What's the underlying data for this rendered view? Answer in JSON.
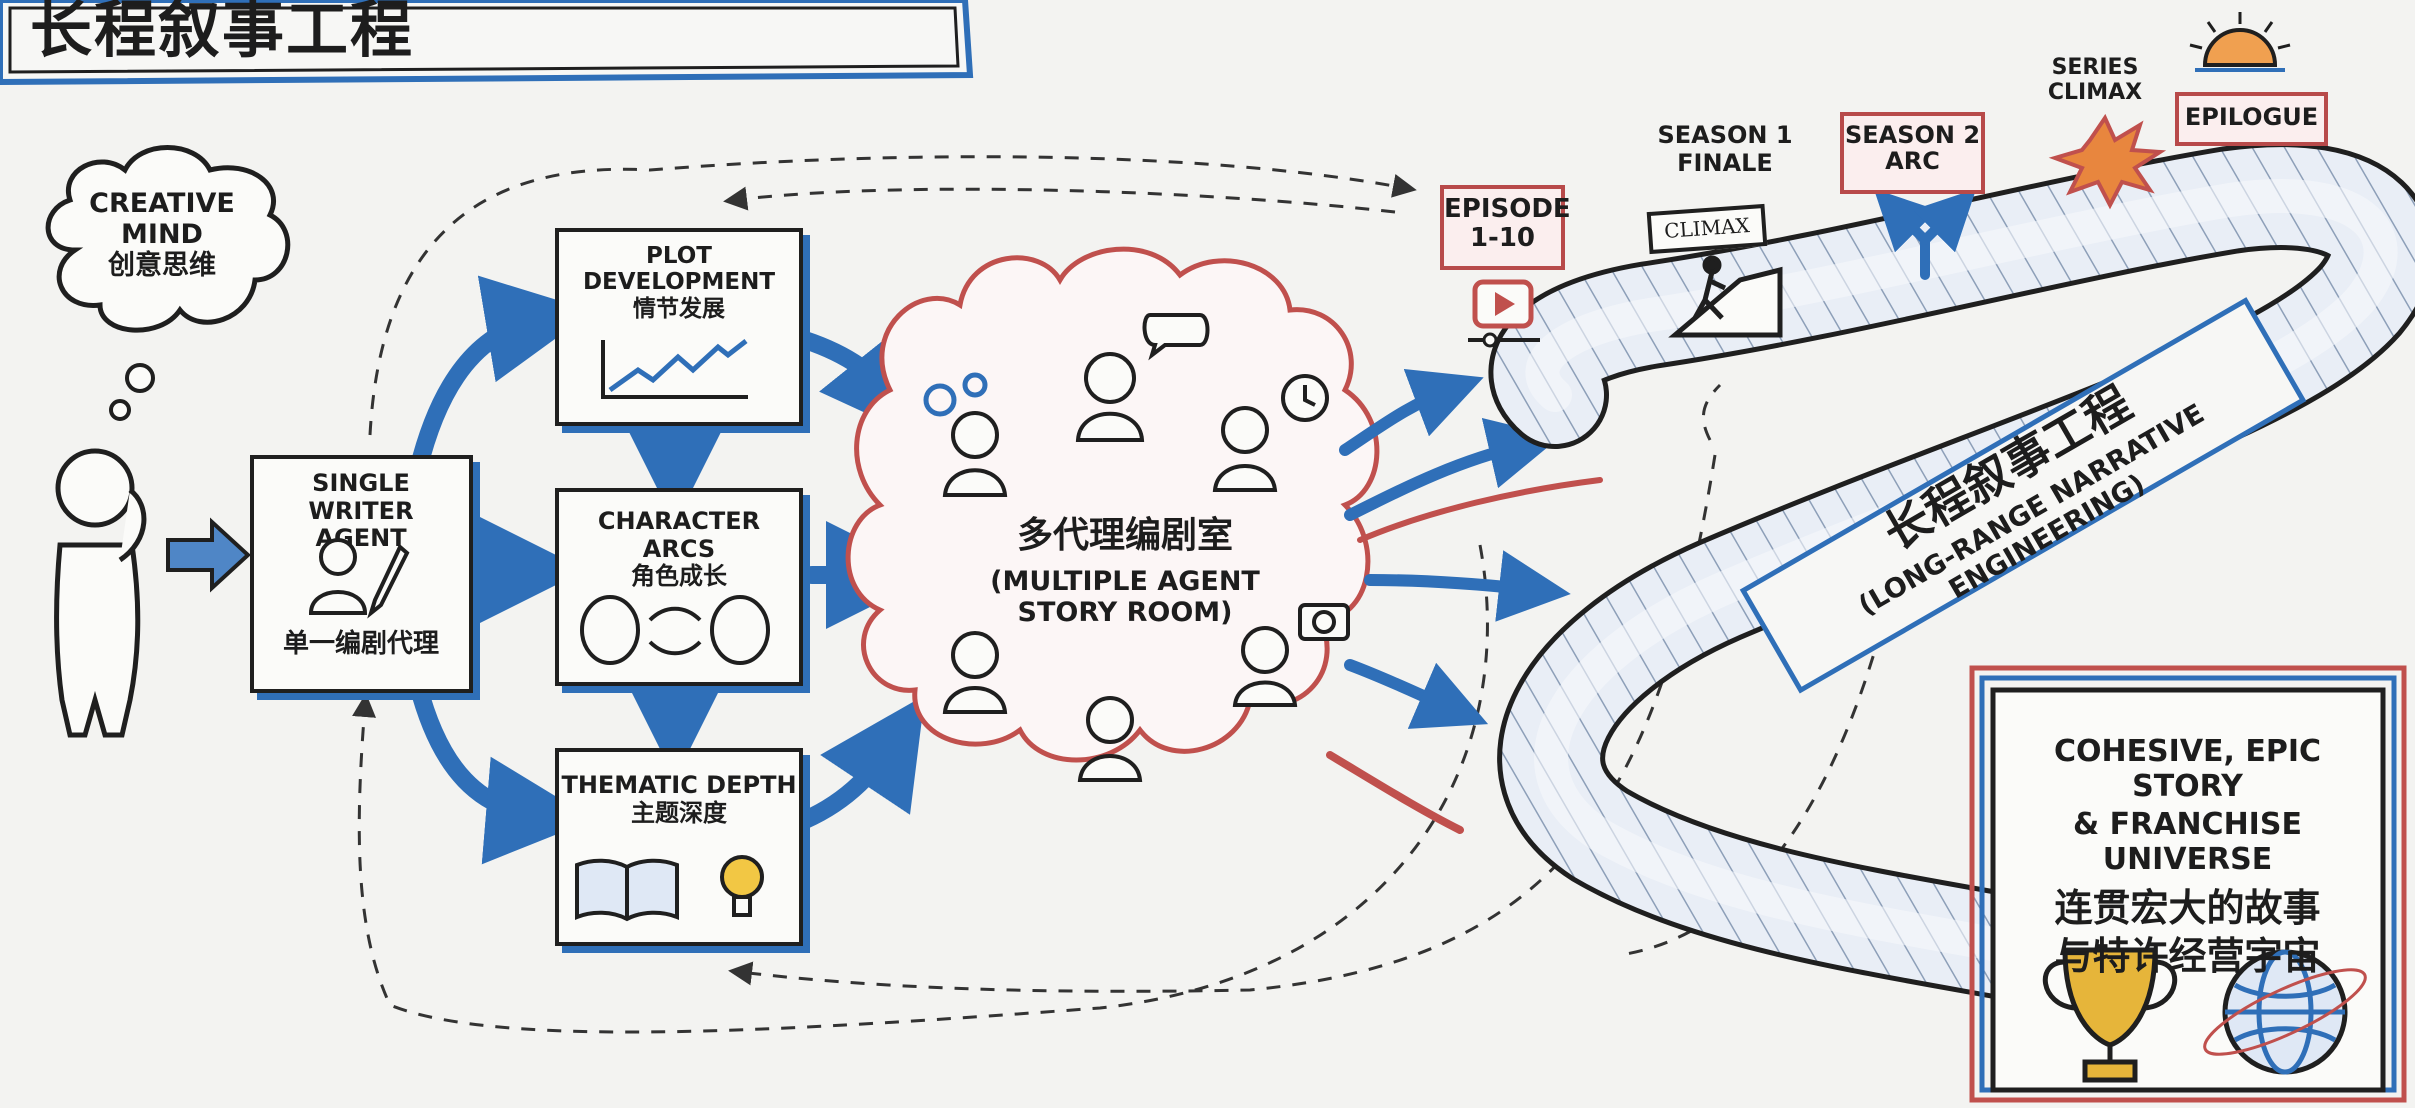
{
  "header": {
    "title": "长程叙事工程"
  },
  "creative_mind": {
    "line1": "CREATIVE",
    "line2": "MIND",
    "line3": "创意思维"
  },
  "single_writer": {
    "line1": "SINGLE WRITER",
    "line2": "AGENT",
    "line3": "单一编剧代理"
  },
  "plot": {
    "line1": "PLOT",
    "line2": "DEVELOPMENT",
    "line3": "情节发展"
  },
  "character": {
    "line1": "CHARACTER ARCS",
    "line2": "角色成长"
  },
  "thematic": {
    "line1": "THEMATIC DEPTH",
    "line2": "主题深度"
  },
  "story_room": {
    "line1": "多代理编剧室",
    "line2": "(MULTIPLE AGENT",
    "line3": "STORY ROOM)"
  },
  "episode": {
    "line1": "EPISODE",
    "line2": "1-10"
  },
  "season1": {
    "line1": "SEASON 1",
    "line2": "FINALE",
    "sign": "CLIMAX"
  },
  "season2": {
    "line1": "SEASON 2",
    "line2": "ARC"
  },
  "series": {
    "line1": "SERIES",
    "line2": "CLIMAX"
  },
  "epilogue": {
    "label": "EPILOGUE"
  },
  "road": {
    "title_cn": "长程叙事工程",
    "title_en": "(LONG-RANGE NARRATIVE ENGINEERING)"
  },
  "outcome": {
    "line1": "COHESIVE, EPIC STORY",
    "line2": "& FRANCHISE UNIVERSE",
    "line3": "连贯宏大的故事",
    "line4": "与特许经营宇宙"
  },
  "colors": {
    "ink": "#1f1f1f",
    "blue": "#2f6fb8",
    "red": "#c0504d",
    "paper": "#f3f3f1"
  }
}
